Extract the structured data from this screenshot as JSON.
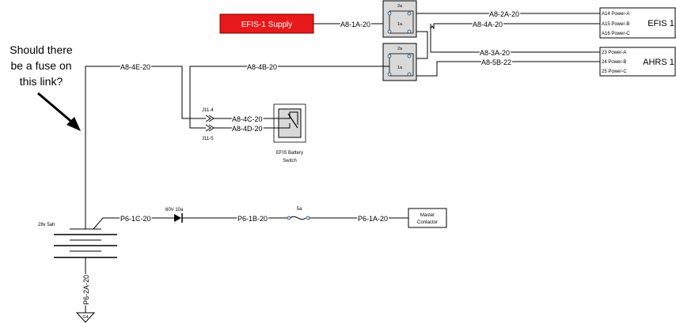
{
  "question": [
    "Should there",
    "be a fuse on",
    "this link?"
  ],
  "supply": {
    "label": "EFIS-1 Supply",
    "color": "#e8191a",
    "text_color": "#ffffff"
  },
  "relays": [
    {
      "top": "2a",
      "bottom": "1a"
    },
    {
      "top": "2a",
      "bottom": "1a"
    }
  ],
  "wires": {
    "a8_1a": "A8-1A-20",
    "a8_2a": "A8-2A-20",
    "a8_4a": "A8-4A-20",
    "a8_3a": "A8-3A-20",
    "a8_5b": "A8-5B-22",
    "a8_4e": "A8-4E-20",
    "a8_4b": "A8-4B-20",
    "a8_4c": "A8-4C-20",
    "a8_4d": "A8-4D-20",
    "p6_1c": "P6-1C-20",
    "p6_1b": "P6-1B-20",
    "p6_1a": "P6-1A-20",
    "p6_2a": "P6-2A-20"
  },
  "connectors": {
    "j11_4": "J11-4",
    "j11_5": "J11-5"
  },
  "efis": {
    "name": "EFIS 1",
    "pins": [
      "A14 Power-A",
      "A15 Power-B",
      "A16 Power-C"
    ]
  },
  "ahrs": {
    "name": "AHRS 1",
    "pins": [
      "23 Power-A",
      "24 Power-B",
      "25 Power-C"
    ]
  },
  "switch": {
    "label_line1": "EFIS Battery",
    "label_line2": "Switch"
  },
  "battery": {
    "label": "28v 5ah"
  },
  "diode": {
    "label": "60V 10a"
  },
  "fuse": {
    "label": "5a"
  },
  "contactor": {
    "line1": "Master",
    "line2": "Contactor"
  },
  "ground": {
    "label": "G4"
  }
}
